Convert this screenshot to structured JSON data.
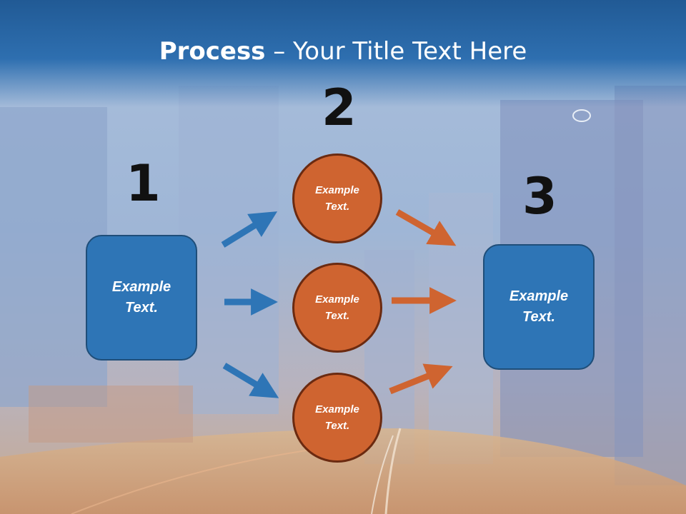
{
  "slide": {
    "title_bold": "Process",
    "title_rest": " – Your Title Text Here"
  },
  "steps": {
    "step1_number": "1",
    "step2_number": "2",
    "step3_number": "3"
  },
  "nodes": {
    "left_box": "Example Text.",
    "circle_top": "Example Text.",
    "circle_middle": "Example Text.",
    "circle_bottom": "Example Text.",
    "right_box": "Example Text."
  },
  "colors": {
    "blue_accent": "#2e75b6",
    "orange_accent": "#cf6430"
  }
}
